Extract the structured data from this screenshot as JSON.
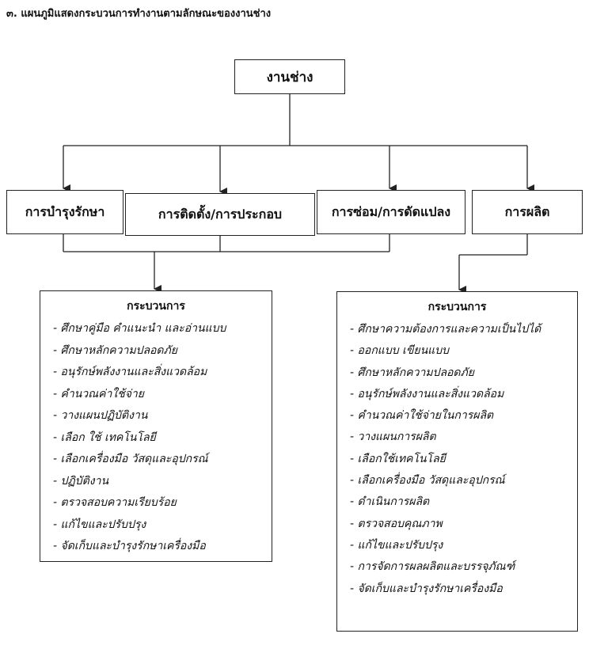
{
  "title": "๓. แผนภูมิแสดงกระบวนการทำงานตามลักษณะของงานช่าง",
  "root": {
    "label": "งานช่าง"
  },
  "categories": [
    {
      "label": "การบำรุงรักษา"
    },
    {
      "label": "การติดตั้ง/การประกอบ"
    },
    {
      "label": "การซ่อม/การดัดแปลง"
    },
    {
      "label": "การผลิต"
    }
  ],
  "process_left": {
    "heading": "กระบวนการ",
    "items": [
      "- ศึกษาคู่มือ คำแนะนำ และอ่านแบบ",
      "- ศึกษาหลักความปลอดภัย",
      "- อนุรักษ์พลังงานและสิ่งแวดล้อม",
      "- คำนวณค่าใช้จ่าย",
      "- วางแผนปฏิบัติงาน",
      "- เลือก ใช้ เทคโนโลยี",
      "- เลือกเครื่องมือ วัสดุและอุปกรณ์",
      "- ปฏิบัติงาน",
      "- ตรวจสอบความเรียบร้อย",
      "- แก้ไขและปรับปรุง",
      "- จัดเก็บและบำรุงรักษาเครื่องมือ"
    ]
  },
  "process_right": {
    "heading": "กระบวนการ",
    "items": [
      "- ศึกษาความต้องการและความเป็นไปได้",
      "- ออกแบบ เขียนแบบ",
      "- ศึกษาหลักความปลอดภัย",
      "- อนุรักษ์พลังงานและสิ่งแวดล้อม",
      "- คำนวณค่าใช้จ่ายในการผลิต",
      "- วางแผนการผลิต",
      "- เลือกใช้เทคโนโลยี",
      "- เลือกเครื่องมือ วัสดุและอุปกรณ์",
      "- ดำเนินการผลิต",
      "- ตรวจสอบคุณภาพ",
      "- แก้ไขและปรับปรุง",
      "- การจัดการผลผลิตและบรรจุภัณฑ์",
      "- จัดเก็บและบำรุงรักษาเครื่องมือ"
    ]
  }
}
